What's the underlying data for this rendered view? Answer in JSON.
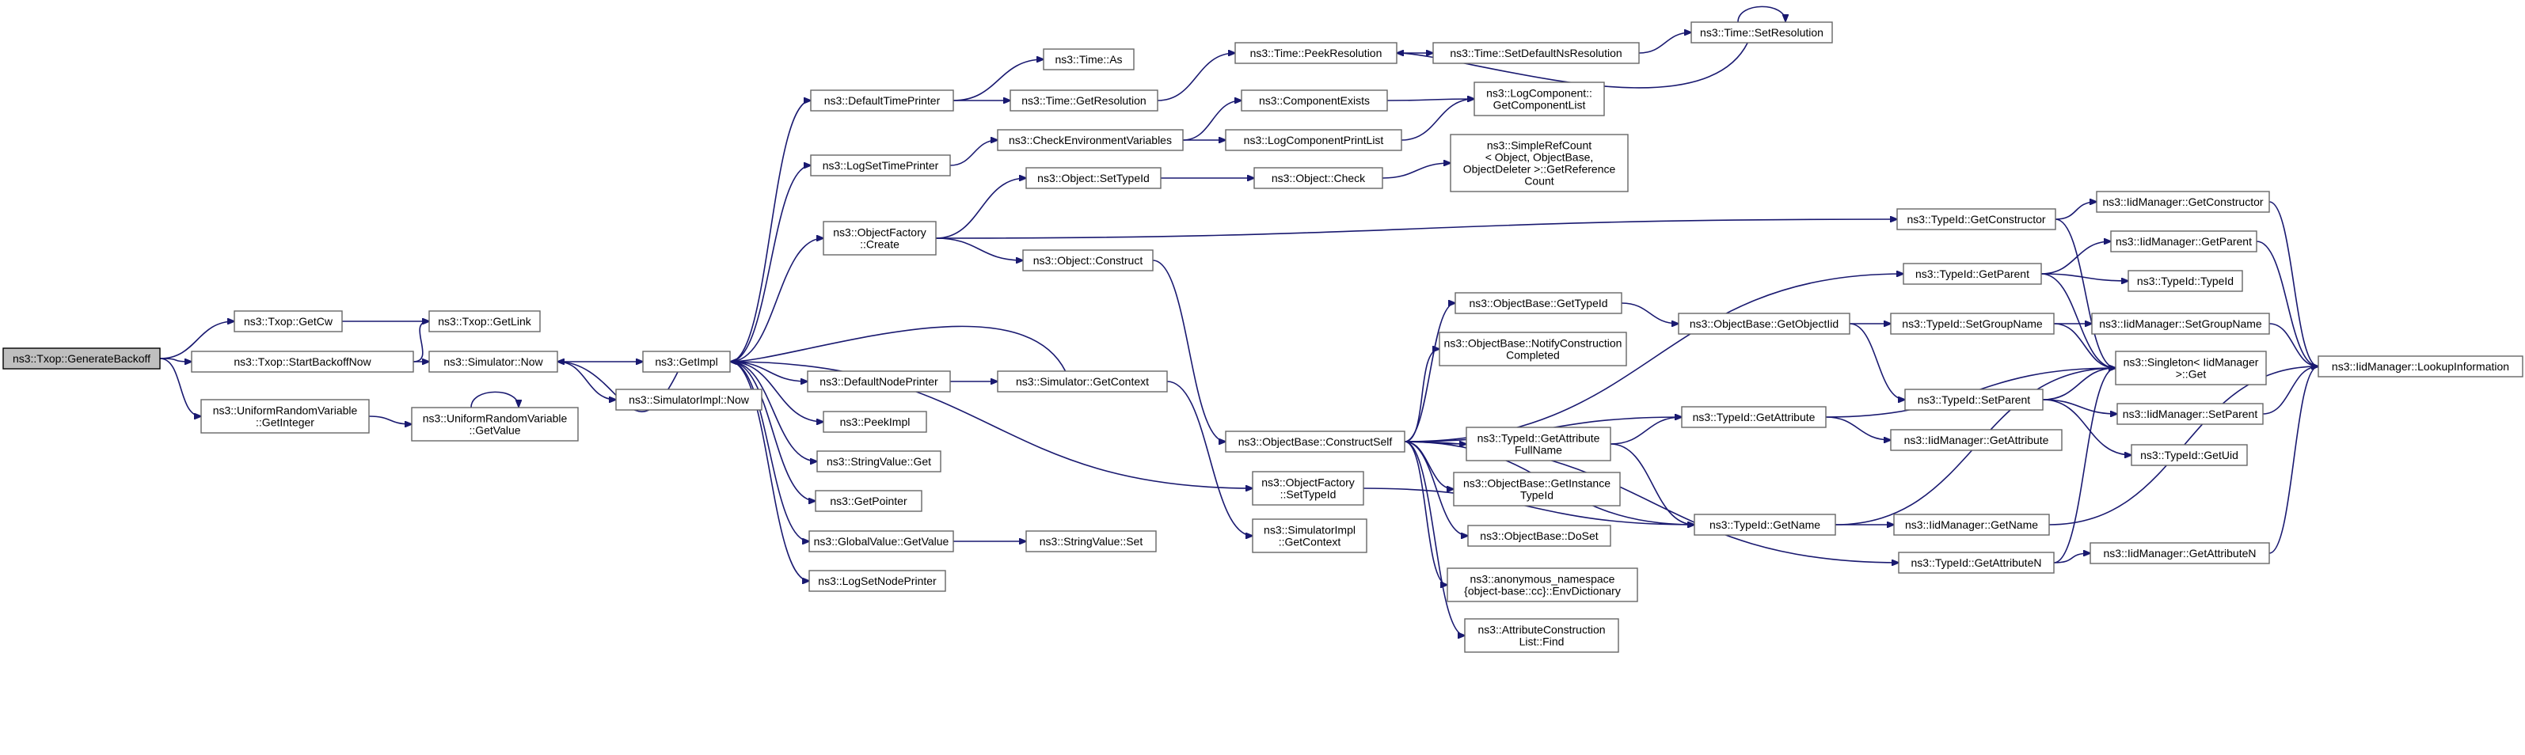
{
  "diagram": {
    "root": "ns3::Txop::GenerateBackoff",
    "nodes": [
      {
        "id": "gen",
        "lines": [
          "ns3::Txop::GenerateBackoff"
        ],
        "root": true
      },
      {
        "id": "getcw",
        "lines": [
          "ns3::Txop::GetCw"
        ]
      },
      {
        "id": "startbo",
        "lines": [
          "ns3::Txop::StartBackoffNow"
        ]
      },
      {
        "id": "urvint",
        "lines": [
          "ns3::UniformRandomVariable",
          "::GetInteger"
        ]
      },
      {
        "id": "getlink",
        "lines": [
          "ns3::Txop::GetLink"
        ]
      },
      {
        "id": "simnow",
        "lines": [
          "ns3::Simulator::Now"
        ]
      },
      {
        "id": "urvval",
        "lines": [
          "ns3::UniformRandomVariable",
          "::GetValue"
        ]
      },
      {
        "id": "getimpl",
        "lines": [
          "ns3::GetImpl"
        ]
      },
      {
        "id": "simimplnow",
        "lines": [
          "ns3::SimulatorImpl::Now"
        ]
      },
      {
        "id": "deftime",
        "lines": [
          "ns3::DefaultTimePrinter"
        ]
      },
      {
        "id": "logsettime",
        "lines": [
          "ns3::LogSetTimePrinter"
        ]
      },
      {
        "id": "objfactcreate",
        "lines": [
          "ns3::ObjectFactory",
          "::Create"
        ]
      },
      {
        "id": "defnode",
        "lines": [
          "ns3::DefaultNodePrinter"
        ]
      },
      {
        "id": "peekimpl",
        "lines": [
          "ns3::PeekImpl"
        ]
      },
      {
        "id": "strvalget",
        "lines": [
          "ns3::StringValue::Get"
        ]
      },
      {
        "id": "getpointer",
        "lines": [
          "ns3::GetPointer"
        ]
      },
      {
        "id": "gvgetvalue",
        "lines": [
          "ns3::GlobalValue::GetValue"
        ]
      },
      {
        "id": "logsetnode",
        "lines": [
          "ns3::LogSetNodePrinter"
        ]
      },
      {
        "id": "timeas",
        "lines": [
          "ns3::Time::As"
        ]
      },
      {
        "id": "timegetres",
        "lines": [
          "ns3::Time::GetResolution"
        ]
      },
      {
        "id": "checkenv",
        "lines": [
          "ns3::CheckEnvironmentVariables"
        ]
      },
      {
        "id": "objsettid",
        "lines": [
          "ns3::Object::SetTypeId"
        ]
      },
      {
        "id": "objconstruct",
        "lines": [
          "ns3::Object::Construct"
        ]
      },
      {
        "id": "simgetctx",
        "lines": [
          "ns3::Simulator::GetContext"
        ]
      },
      {
        "id": "strvalset",
        "lines": [
          "ns3::StringValue::Set"
        ]
      },
      {
        "id": "peekres",
        "lines": [
          "ns3::Time::PeekResolution"
        ]
      },
      {
        "id": "compexists",
        "lines": [
          "ns3::ComponentExists"
        ]
      },
      {
        "id": "logcompprint",
        "lines": [
          "ns3::LogComponentPrintList"
        ]
      },
      {
        "id": "objcheck",
        "lines": [
          "ns3::Object::Check"
        ]
      },
      {
        "id": "ofsettid",
        "lines": [
          "ns3::ObjectFactory",
          "::SetTypeId"
        ]
      },
      {
        "id": "simimplctx",
        "lines": [
          "ns3::SimulatorImpl",
          "::GetContext"
        ]
      },
      {
        "id": "setdefns",
        "lines": [
          "ns3::Time::SetDefaultNsResolution"
        ]
      },
      {
        "id": "setres",
        "lines": [
          "ns3::Time::SetResolution"
        ]
      },
      {
        "id": "getcomplist",
        "lines": [
          "ns3::LogComponent::",
          "GetComponentList"
        ]
      },
      {
        "id": "simplerc",
        "lines": [
          "ns3::SimpleRefCount",
          "< Object, ObjectBase,",
          "ObjectDeleter >::GetReference",
          "Count"
        ]
      },
      {
        "id": "constructself",
        "lines": [
          "ns3::ObjectBase::ConstructSelf"
        ]
      },
      {
        "id": "obgettid",
        "lines": [
          "ns3::ObjectBase::GetTypeId"
        ]
      },
      {
        "id": "notifycc",
        "lines": [
          "ns3::ObjectBase::NotifyConstruction",
          "Completed"
        ]
      },
      {
        "id": "tidgetattrfull",
        "lines": [
          "ns3::TypeId::GetAttribute",
          "FullName"
        ]
      },
      {
        "id": "obgetinst",
        "lines": [
          "ns3::ObjectBase::GetInstance",
          "TypeId"
        ]
      },
      {
        "id": "obdoset",
        "lines": [
          "ns3::ObjectBase::DoSet"
        ]
      },
      {
        "id": "envdict",
        "lines": [
          "ns3::anonymous_namespace",
          "{object-base::cc}::EnvDictionary"
        ]
      },
      {
        "id": "acfind",
        "lines": [
          "ns3::AttributeConstruction",
          "List::Find"
        ]
      },
      {
        "id": "obgetoid",
        "lines": [
          "ns3::ObjectBase::GetObjectIid"
        ]
      },
      {
        "id": "tidgetattr",
        "lines": [
          "ns3::TypeId::GetAttribute"
        ]
      },
      {
        "id": "tidgetname",
        "lines": [
          "ns3::TypeId::GetName"
        ]
      },
      {
        "id": "tidgetctor",
        "lines": [
          "ns3::TypeId::GetConstructor"
        ]
      },
      {
        "id": "tidgetparent",
        "lines": [
          "ns3::TypeId::GetParent"
        ]
      },
      {
        "id": "tidsetgroup",
        "lines": [
          "ns3::TypeId::SetGroupName"
        ]
      },
      {
        "id": "tidsetparent",
        "lines": [
          "ns3::TypeId::SetParent"
        ]
      },
      {
        "id": "iidgetattr",
        "lines": [
          "ns3::IidManager::GetAttribute"
        ]
      },
      {
        "id": "iidgetname",
        "lines": [
          "ns3::IidManager::GetName"
        ]
      },
      {
        "id": "tidgetattrn",
        "lines": [
          "ns3::TypeId::GetAttributeN"
        ]
      },
      {
        "id": "iidgetctor",
        "lines": [
          "ns3::IidManager::GetConstructor"
        ]
      },
      {
        "id": "iidgetparent",
        "lines": [
          "ns3::IidManager::GetParent"
        ]
      },
      {
        "id": "tidtid",
        "lines": [
          "ns3::TypeId::TypeId"
        ]
      },
      {
        "id": "iidsetgroup",
        "lines": [
          "ns3::IidManager::SetGroupName"
        ]
      },
      {
        "id": "singleton",
        "lines": [
          "ns3::Singleton< IidManager",
          ">::Get"
        ]
      },
      {
        "id": "iidsetparent",
        "lines": [
          "ns3::IidManager::SetParent"
        ]
      },
      {
        "id": "tidgetuid",
        "lines": [
          "ns3::TypeId::GetUid"
        ]
      },
      {
        "id": "iidgetattrn",
        "lines": [
          "ns3::IidManager::GetAttributeN"
        ]
      },
      {
        "id": "lookup",
        "lines": [
          "ns3::IidManager::LookupInformation"
        ]
      }
    ],
    "edges": [
      [
        "gen",
        "getcw"
      ],
      [
        "gen",
        "startbo"
      ],
      [
        "gen",
        "urvint"
      ],
      [
        "getcw",
        "getlink"
      ],
      [
        "startbo",
        "getlink"
      ],
      [
        "startbo",
        "simnow"
      ],
      [
        "urvint",
        "urvval"
      ],
      [
        "urvval",
        "urvval"
      ],
      [
        "simnow",
        "getimpl"
      ],
      [
        "simnow",
        "simimplnow"
      ],
      [
        "getimpl",
        "simnow"
      ],
      [
        "getimpl",
        "deftime"
      ],
      [
        "getimpl",
        "logsettime"
      ],
      [
        "getimpl",
        "objfactcreate"
      ],
      [
        "getimpl",
        "defnode"
      ],
      [
        "getimpl",
        "peekimpl"
      ],
      [
        "getimpl",
        "strvalget"
      ],
      [
        "getimpl",
        "getpointer"
      ],
      [
        "getimpl",
        "gvgetvalue"
      ],
      [
        "getimpl",
        "logsetnode"
      ],
      [
        "getimpl",
        "ofsettid"
      ],
      [
        "deftime",
        "timeas"
      ],
      [
        "deftime",
        "timegetres"
      ],
      [
        "timegetres",
        "peekres"
      ],
      [
        "peekres",
        "setdefns"
      ],
      [
        "setdefns",
        "setres"
      ],
      [
        "setres",
        "peekres"
      ],
      [
        "setres",
        "setres"
      ],
      [
        "logsettime",
        "checkenv"
      ],
      [
        "checkenv",
        "compexists"
      ],
      [
        "checkenv",
        "logcompprint"
      ],
      [
        "compexists",
        "getcomplist"
      ],
      [
        "logcompprint",
        "getcomplist"
      ],
      [
        "objfactcreate",
        "objsettid"
      ],
      [
        "objfactcreate",
        "objconstruct"
      ],
      [
        "objfactcreate",
        "tidgetctor"
      ],
      [
        "objsettid",
        "objcheck"
      ],
      [
        "objcheck",
        "simplerc"
      ],
      [
        "objconstruct",
        "constructself"
      ],
      [
        "defnode",
        "simgetctx"
      ],
      [
        "simgetctx",
        "getimpl"
      ],
      [
        "simgetctx",
        "simimplctx"
      ],
      [
        "gvgetvalue",
        "strvalset"
      ],
      [
        "constructself",
        "obgettid"
      ],
      [
        "constructself",
        "notifycc"
      ],
      [
        "constructself",
        "tidgetattrfull"
      ],
      [
        "constructself",
        "obgetinst"
      ],
      [
        "constructself",
        "obdoset"
      ],
      [
        "constructself",
        "envdict"
      ],
      [
        "constructself",
        "acfind"
      ],
      [
        "constructself",
        "tidgetparent"
      ],
      [
        "constructself",
        "tidgetattr"
      ],
      [
        "constructself",
        "tidgetname"
      ],
      [
        "constructself",
        "tidgetattrn"
      ],
      [
        "ofsettid",
        "tidgetname"
      ],
      [
        "obgettid",
        "obgetoid"
      ],
      [
        "obgetoid",
        "tidsetgroup"
      ],
      [
        "obgetoid",
        "tidsetparent"
      ],
      [
        "tidgetattrfull",
        "tidgetattr"
      ],
      [
        "tidgetattrfull",
        "tidgetname"
      ],
      [
        "tidgetattr",
        "singleton"
      ],
      [
        "tidgetattr",
        "iidgetattr"
      ],
      [
        "tidgetname",
        "singleton"
      ],
      [
        "tidgetname",
        "iidgetname"
      ],
      [
        "tidgetattrn",
        "singleton"
      ],
      [
        "tidgetattrn",
        "iidgetattrn"
      ],
      [
        "tidgetctor",
        "iidgetctor"
      ],
      [
        "tidgetctor",
        "singleton"
      ],
      [
        "tidgetparent",
        "iidgetparent"
      ],
      [
        "tidgetparent",
        "tidtid"
      ],
      [
        "tidgetparent",
        "singleton"
      ],
      [
        "tidsetgroup",
        "iidsetgroup"
      ],
      [
        "tidsetgroup",
        "singleton"
      ],
      [
        "tidsetparent",
        "singleton"
      ],
      [
        "tidsetparent",
        "iidsetparent"
      ],
      [
        "tidsetparent",
        "tidgetuid"
      ],
      [
        "iidgetctor",
        "lookup"
      ],
      [
        "iidgetparent",
        "lookup"
      ],
      [
        "iidsetgroup",
        "lookup"
      ],
      [
        "iidsetparent",
        "lookup"
      ],
      [
        "iidgetname",
        "lookup"
      ],
      [
        "iidgetattrn",
        "lookup"
      ]
    ]
  },
  "colors": {
    "edge": "#191970",
    "root_fill": "#bfbfbf",
    "node_border": "#666666"
  }
}
